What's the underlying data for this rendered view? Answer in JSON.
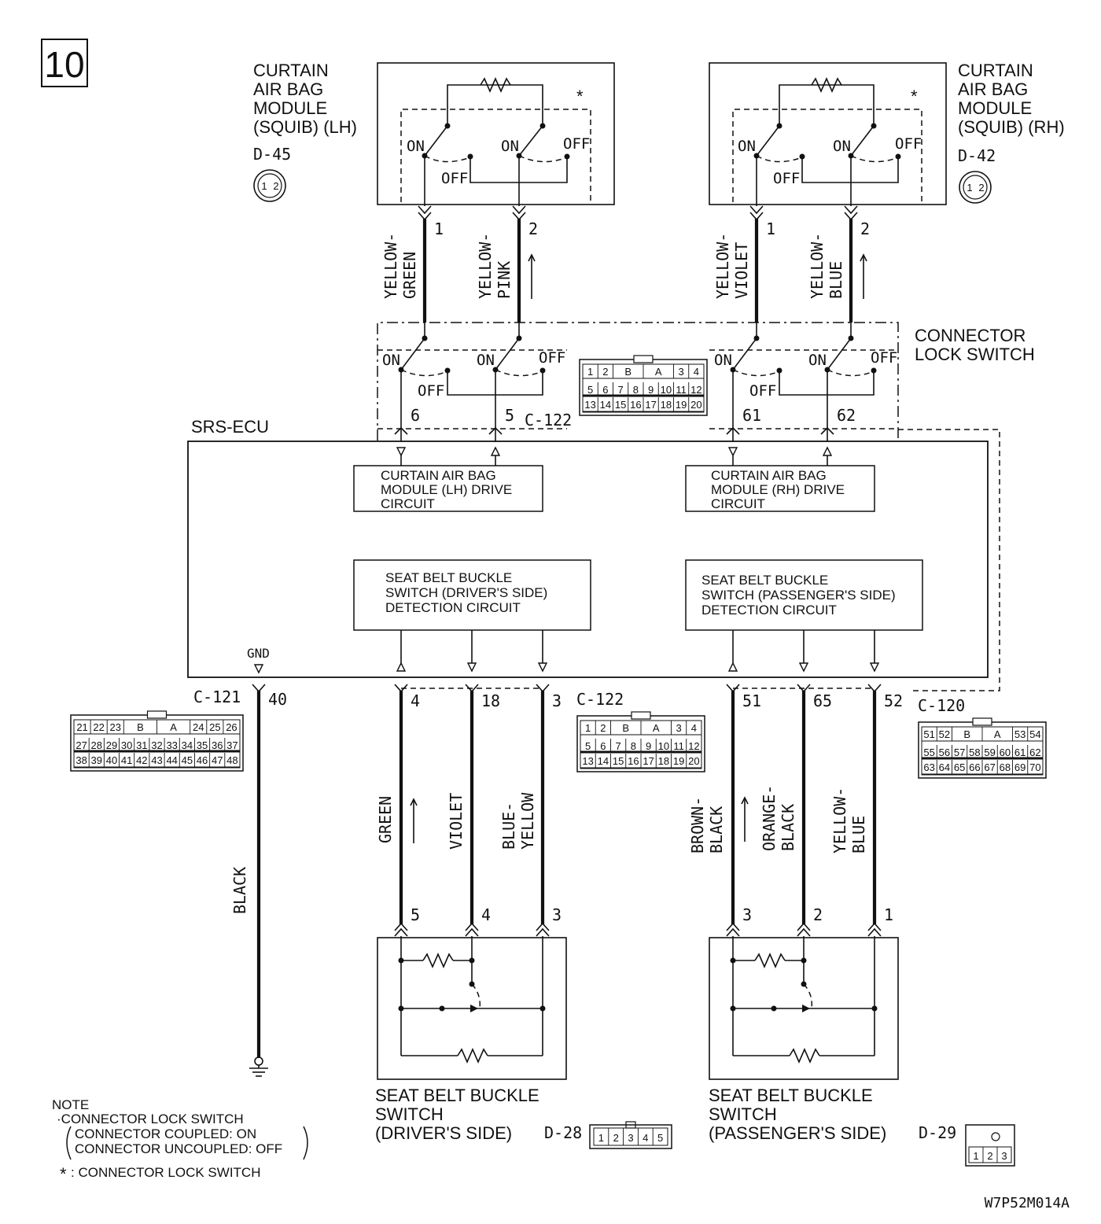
{
  "page_number": "10",
  "diagram_code": "W7P52M014A",
  "ecu": {
    "label": "SRS-ECU",
    "gnd_label": "GND"
  },
  "connector_lock_switch": {
    "label_line1": "CONNECTOR",
    "label_line2": "LOCK SWITCH"
  },
  "switch_labels": {
    "on": "ON",
    "off": "OFF"
  },
  "asterisk": "*",
  "curtain_lh": {
    "title": [
      "CURTAIN",
      "AIR BAG",
      "MODULE",
      "(SQUIB) (LH)"
    ],
    "connector": "D-45",
    "pins": [
      "1",
      "2"
    ],
    "wires": [
      {
        "pin": "1",
        "color": [
          "YELLOW-",
          "GREEN"
        ],
        "ecu_pin": "6"
      },
      {
        "pin": "2",
        "color": [
          "YELLOW-",
          "PINK"
        ],
        "ecu_pin": "5"
      }
    ]
  },
  "curtain_rh": {
    "title": [
      "CURTAIN",
      "AIR BAG",
      "MODULE",
      "(SQUIB) (RH)"
    ],
    "connector": "D-42",
    "pins": [
      "1",
      "2"
    ],
    "wires": [
      {
        "pin": "1",
        "color": [
          "YELLOW-",
          "VIOLET"
        ],
        "ecu_pin": "61"
      },
      {
        "pin": "2",
        "color": [
          "YELLOW-",
          "BLUE"
        ],
        "ecu_pin": "62"
      }
    ]
  },
  "circuits": {
    "lh_drive": [
      "CURTAIN AIR BAG",
      "MODULE (LH) DRIVE",
      "CIRCUIT"
    ],
    "rh_drive": [
      "CURTAIN AIR BAG",
      "MODULE (RH) DRIVE",
      "CIRCUIT"
    ],
    "driver_detect": [
      "SEAT BELT BUCKLE",
      "SWITCH (DRIVER'S SIDE)",
      "DETECTION CIRCUIT"
    ],
    "pass_detect": [
      "SEAT BELT BUCKLE",
      "SWITCH (PASSENGER'S SIDE)",
      "DETECTION CIRCUIT"
    ]
  },
  "connectors": {
    "c122": "C-122",
    "c121": "C-121",
    "c120": "C-120",
    "d28": "D-28",
    "d29": "D-29"
  },
  "connector_faces": {
    "c122": {
      "row1": [
        "1",
        "2",
        "B",
        "A",
        "3",
        "4"
      ],
      "row2": [
        "5",
        "6",
        "7",
        "8",
        "9",
        "10",
        "11",
        "12"
      ],
      "row3": [
        "13",
        "14",
        "15",
        "16",
        "17",
        "18",
        "19",
        "20"
      ]
    },
    "c121": {
      "row1": [
        "21",
        "22",
        "23",
        "B",
        "A",
        "24",
        "25",
        "26"
      ],
      "row2": [
        "27",
        "28",
        "29",
        "30",
        "31",
        "32",
        "33",
        "34",
        "35",
        "36",
        "37"
      ],
      "row3": [
        "38",
        "39",
        "40",
        "41",
        "42",
        "43",
        "44",
        "45",
        "46",
        "47",
        "48"
      ]
    },
    "c120": {
      "row1": [
        "51",
        "52",
        "B",
        "A",
        "53",
        "54"
      ],
      "row2": [
        "55",
        "56",
        "57",
        "58",
        "59",
        "60",
        "61",
        "62"
      ],
      "row3": [
        "63",
        "64",
        "65",
        "66",
        "67",
        "68",
        "69",
        "70"
      ]
    },
    "d28": [
      "1",
      "2",
      "3",
      "4",
      "5"
    ],
    "d29": [
      "1",
      "2",
      "3"
    ]
  },
  "ground": {
    "ecu_pin": "40",
    "color": "BLACK"
  },
  "driver_buckle": {
    "title": [
      "SEAT BELT BUCKLE",
      "SWITCH",
      "(DRIVER'S SIDE)"
    ],
    "wires": [
      {
        "ecu_pin": "4",
        "color": [
          "GREEN"
        ],
        "sw_pin": "5"
      },
      {
        "ecu_pin": "18",
        "color": [
          "VIOLET"
        ],
        "sw_pin": "4"
      },
      {
        "ecu_pin": "3",
        "color": [
          "BLUE-",
          "YELLOW"
        ],
        "sw_pin": "3"
      }
    ]
  },
  "passenger_buckle": {
    "title": [
      "SEAT BELT BUCKLE",
      "SWITCH",
      "(PASSENGER'S SIDE)"
    ],
    "wires": [
      {
        "ecu_pin": "51",
        "color": [
          "BROWN-",
          "BLACK"
        ],
        "sw_pin": "3"
      },
      {
        "ecu_pin": "65",
        "color": [
          "ORANGE-",
          "BLACK"
        ],
        "sw_pin": "2"
      },
      {
        "ecu_pin": "52",
        "color": [
          "YELLOW-",
          "BLUE"
        ],
        "sw_pin": "1"
      }
    ]
  },
  "note": {
    "title": "NOTE",
    "line1": "·CONNECTOR LOCK SWITCH",
    "line2": "CONNECTOR COUPLED: ON",
    "line3": "CONNECTOR UNCOUPLED: OFF",
    "star_note": ": CONNECTOR LOCK SWITCH"
  }
}
